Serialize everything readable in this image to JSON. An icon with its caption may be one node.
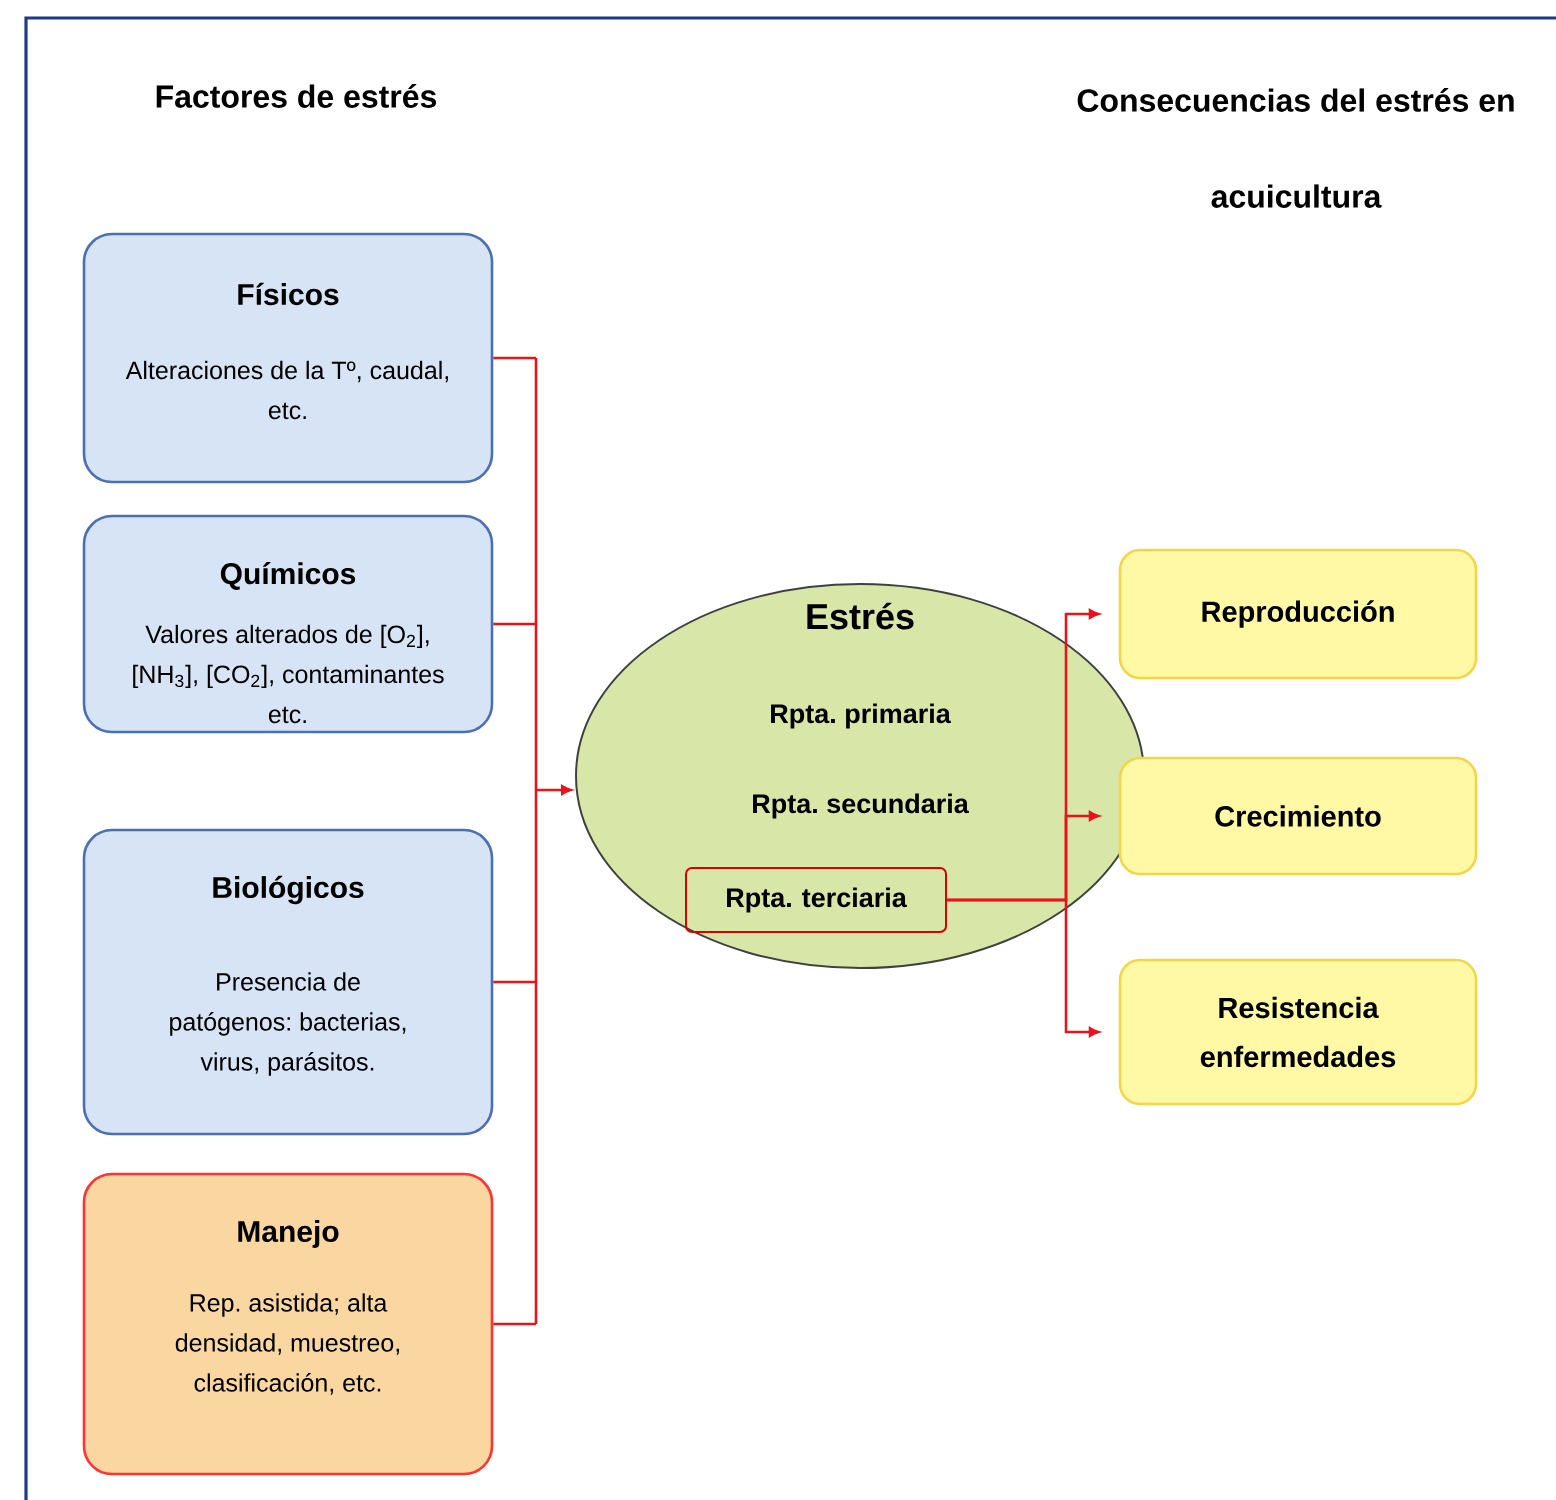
{
  "diagram": {
    "nodes": [
      {
        "text": [
          "Físicos",
          "Alteraciones de la Tº, caudal, etc."
        ]
      },
      {
        "text": [
          "Químicos",
          "Valores alterados de [O$_{2}$], [NH$_{3}$], [CO$_{2}$], contaminantes etc."
        ]
      },
      {
        "text": [
          "Biológicos",
          "Presencia de patógenos: bacterias, virus, parásitos."
        ]
      },
      {
        "text": [
          "Manejo",
          "Rep. asistida; alta densidad, muestreo, clasificación, etc."
        ]
      },
      {
        "text": [
          "Estrés",
          "Rpta. primaria",
          "Rpta. secundaria"
        ]
      },
      {
        "text": [
          "Rpta. terciaria"
        ],
        "in": 4
      },
      {
        "text": [
          "Reproducción"
        ]
      },
      {
        "text": [
          "Crecimiento"
        ]
      },
      {
        "text": [
          "Resistencia enfermedades"
        ]
      }
    ],
    "edges": [
      {
        "from": 0,
        "to": 4,
        "arrow": "to"
      },
      {
        "from": 1,
        "to": 4,
        "arrow": "to"
      },
      {
        "from": 2,
        "to": 4,
        "arrow": "to"
      },
      {
        "from": 3,
        "to": 4,
        "arrow": "to"
      },
      {
        "from": 5,
        "to": 6,
        "arrow": "to"
      },
      {
        "from": 5,
        "to": 7,
        "arrow": "to"
      },
      {
        "from": 5,
        "to": 8,
        "arrow": "to"
      }
    ],
    "labels": [
      "Factores de estrés",
      "Consecuencias del estrés en acuicultura"
    ]
  }
}
